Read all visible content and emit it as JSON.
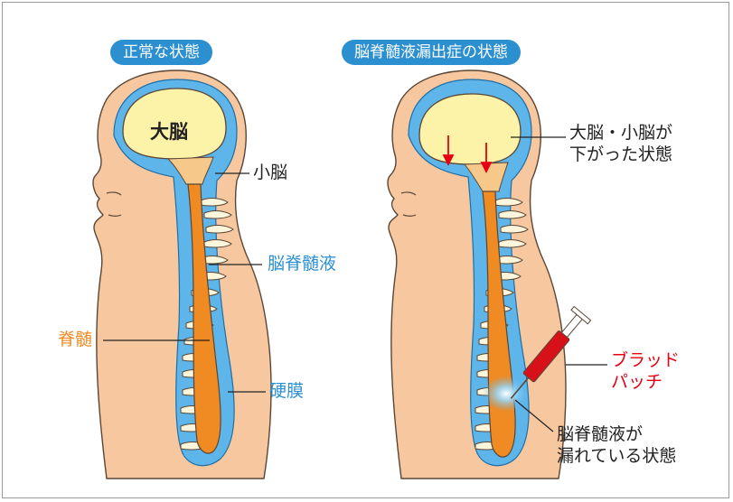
{
  "colors": {
    "pill_bg": "#2c8fd0",
    "skin": "#f7c8a0",
    "skin_outline": "#5a4636",
    "csf_blue": "#5db5ea",
    "brain_yellow": "#fdf3a8",
    "cerebellum": "#f6c98a",
    "spinal_cord_orange": "#f08a22",
    "vertebra": "#fbf5dc",
    "red_label": "#e60012",
    "orange_label": "#f08a22",
    "blue_label": "#2c8fd0"
  },
  "left_panel": {
    "title": "正常な状態",
    "labels": {
      "cerebrum": "大脳",
      "cerebellum": "小脳",
      "csf": "脳脊髄液",
      "spinal_cord": "脊髄",
      "dura": "硬膜"
    }
  },
  "right_panel": {
    "title": "脳脊髄液漏出症の状態",
    "labels": {
      "brain_lowered_line1": "大脳・小脳が",
      "brain_lowered_line2": "下がった状態",
      "blood_patch_line1": "ブラッド",
      "blood_patch_line2": "パッチ",
      "leak_line1": "脳脊髄液が",
      "leak_line2": "漏れている状態"
    }
  }
}
